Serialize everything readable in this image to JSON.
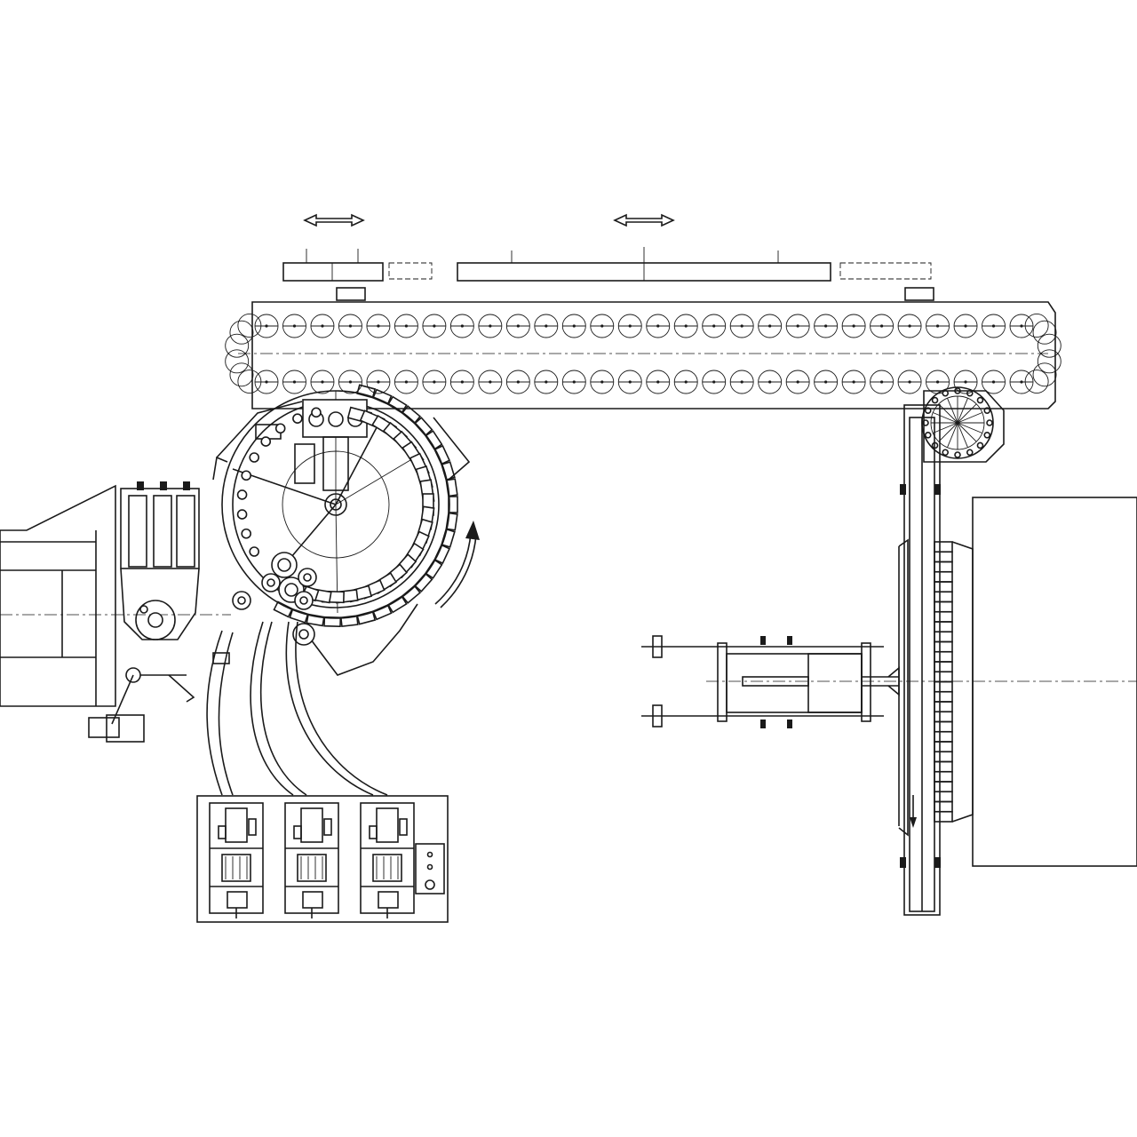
{
  "drawing": {
    "colors": {
      "line": "#1a1a1a",
      "background": "#ffffff"
    },
    "icons": {
      "double_arrow": "double-headed-arrow-icon",
      "rotation_arrow": "curved-arrow-icon",
      "flow_arrow": "down-arrow-icon"
    },
    "conveyor_pitch_count": 56,
    "turret_station_count": 24,
    "control_cabinet_units": 3,
    "tread_plate_count": 28
  }
}
